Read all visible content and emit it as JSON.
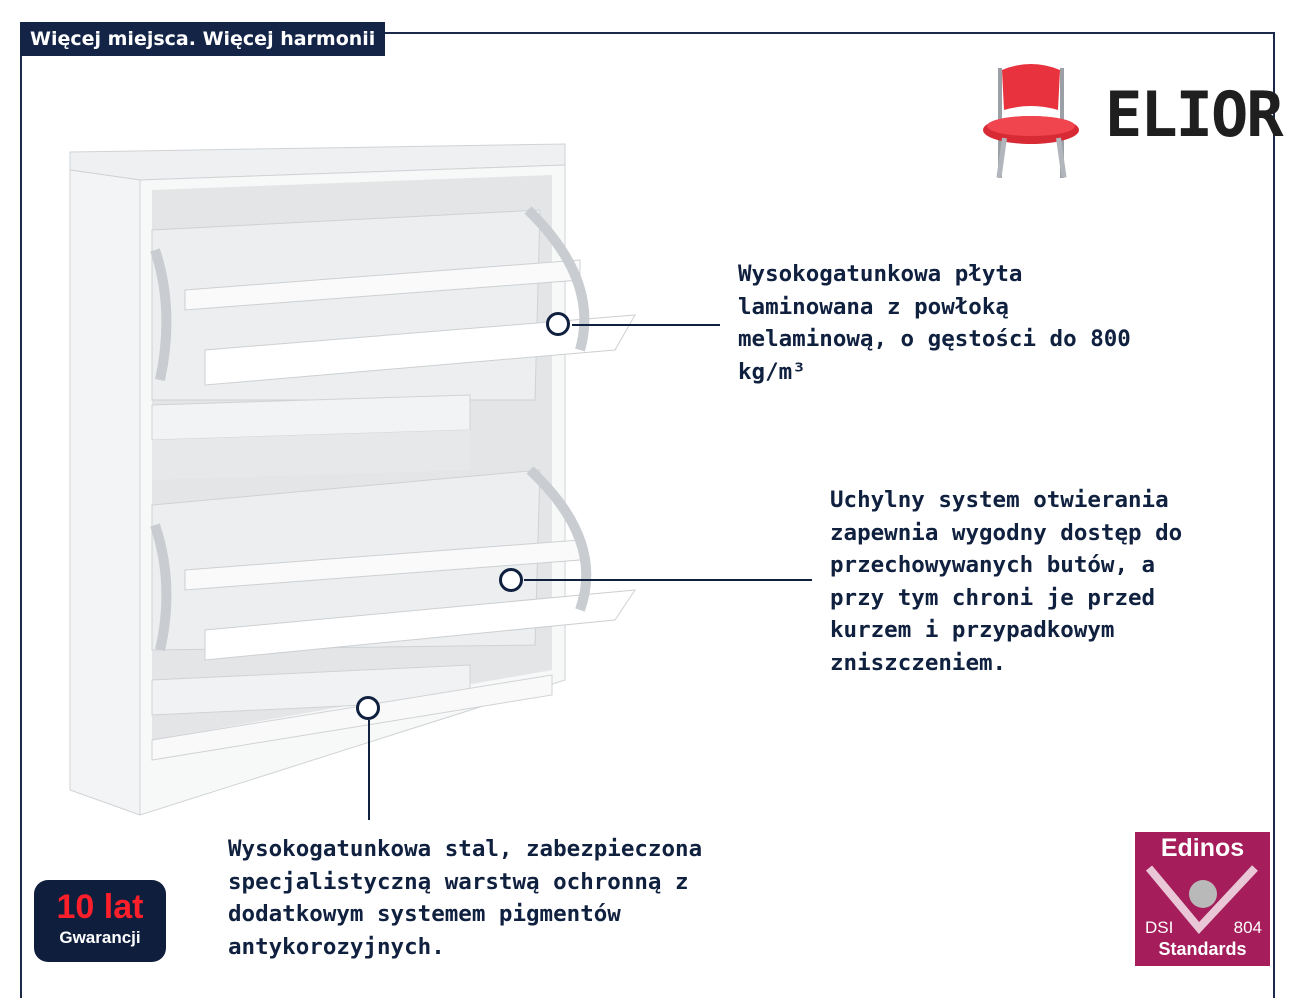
{
  "header": {
    "title": "Więcej miejsca. Więcej harmonii"
  },
  "brand": {
    "name": "ELIOR",
    "logo_icon": "chair-icon"
  },
  "features": [
    {
      "text": "Wysokogatunkowa płyta\nlaminowana z powłoką\nmelaminową, o gęstości do 800\nkg/m³"
    },
    {
      "text": "Uchylny system otwierania\nzapewnia wygodny dostęp do\nprzechowywanych butów, a\nprzy tym chroni je przed\nkurzem i przypadkowym\nzniszczeniem."
    },
    {
      "text": "Wysokogatunkowa stal, zabezpieczona\nspecjalistyczną warstwą ochronną z\ndodatkowym systemem pigmentów\nantykorozyjnych."
    }
  ],
  "warranty": {
    "years": "10 lat",
    "word": "Gwarancji"
  },
  "certificate": {
    "top": "Edinos",
    "left": "DSI",
    "number": "804",
    "bottom": "Standards"
  },
  "colors": {
    "navy": "#132447",
    "warranty_accent": "#ff1f2a",
    "cert_bg": "#a51d5a",
    "chair_red": "#e8323d"
  }
}
